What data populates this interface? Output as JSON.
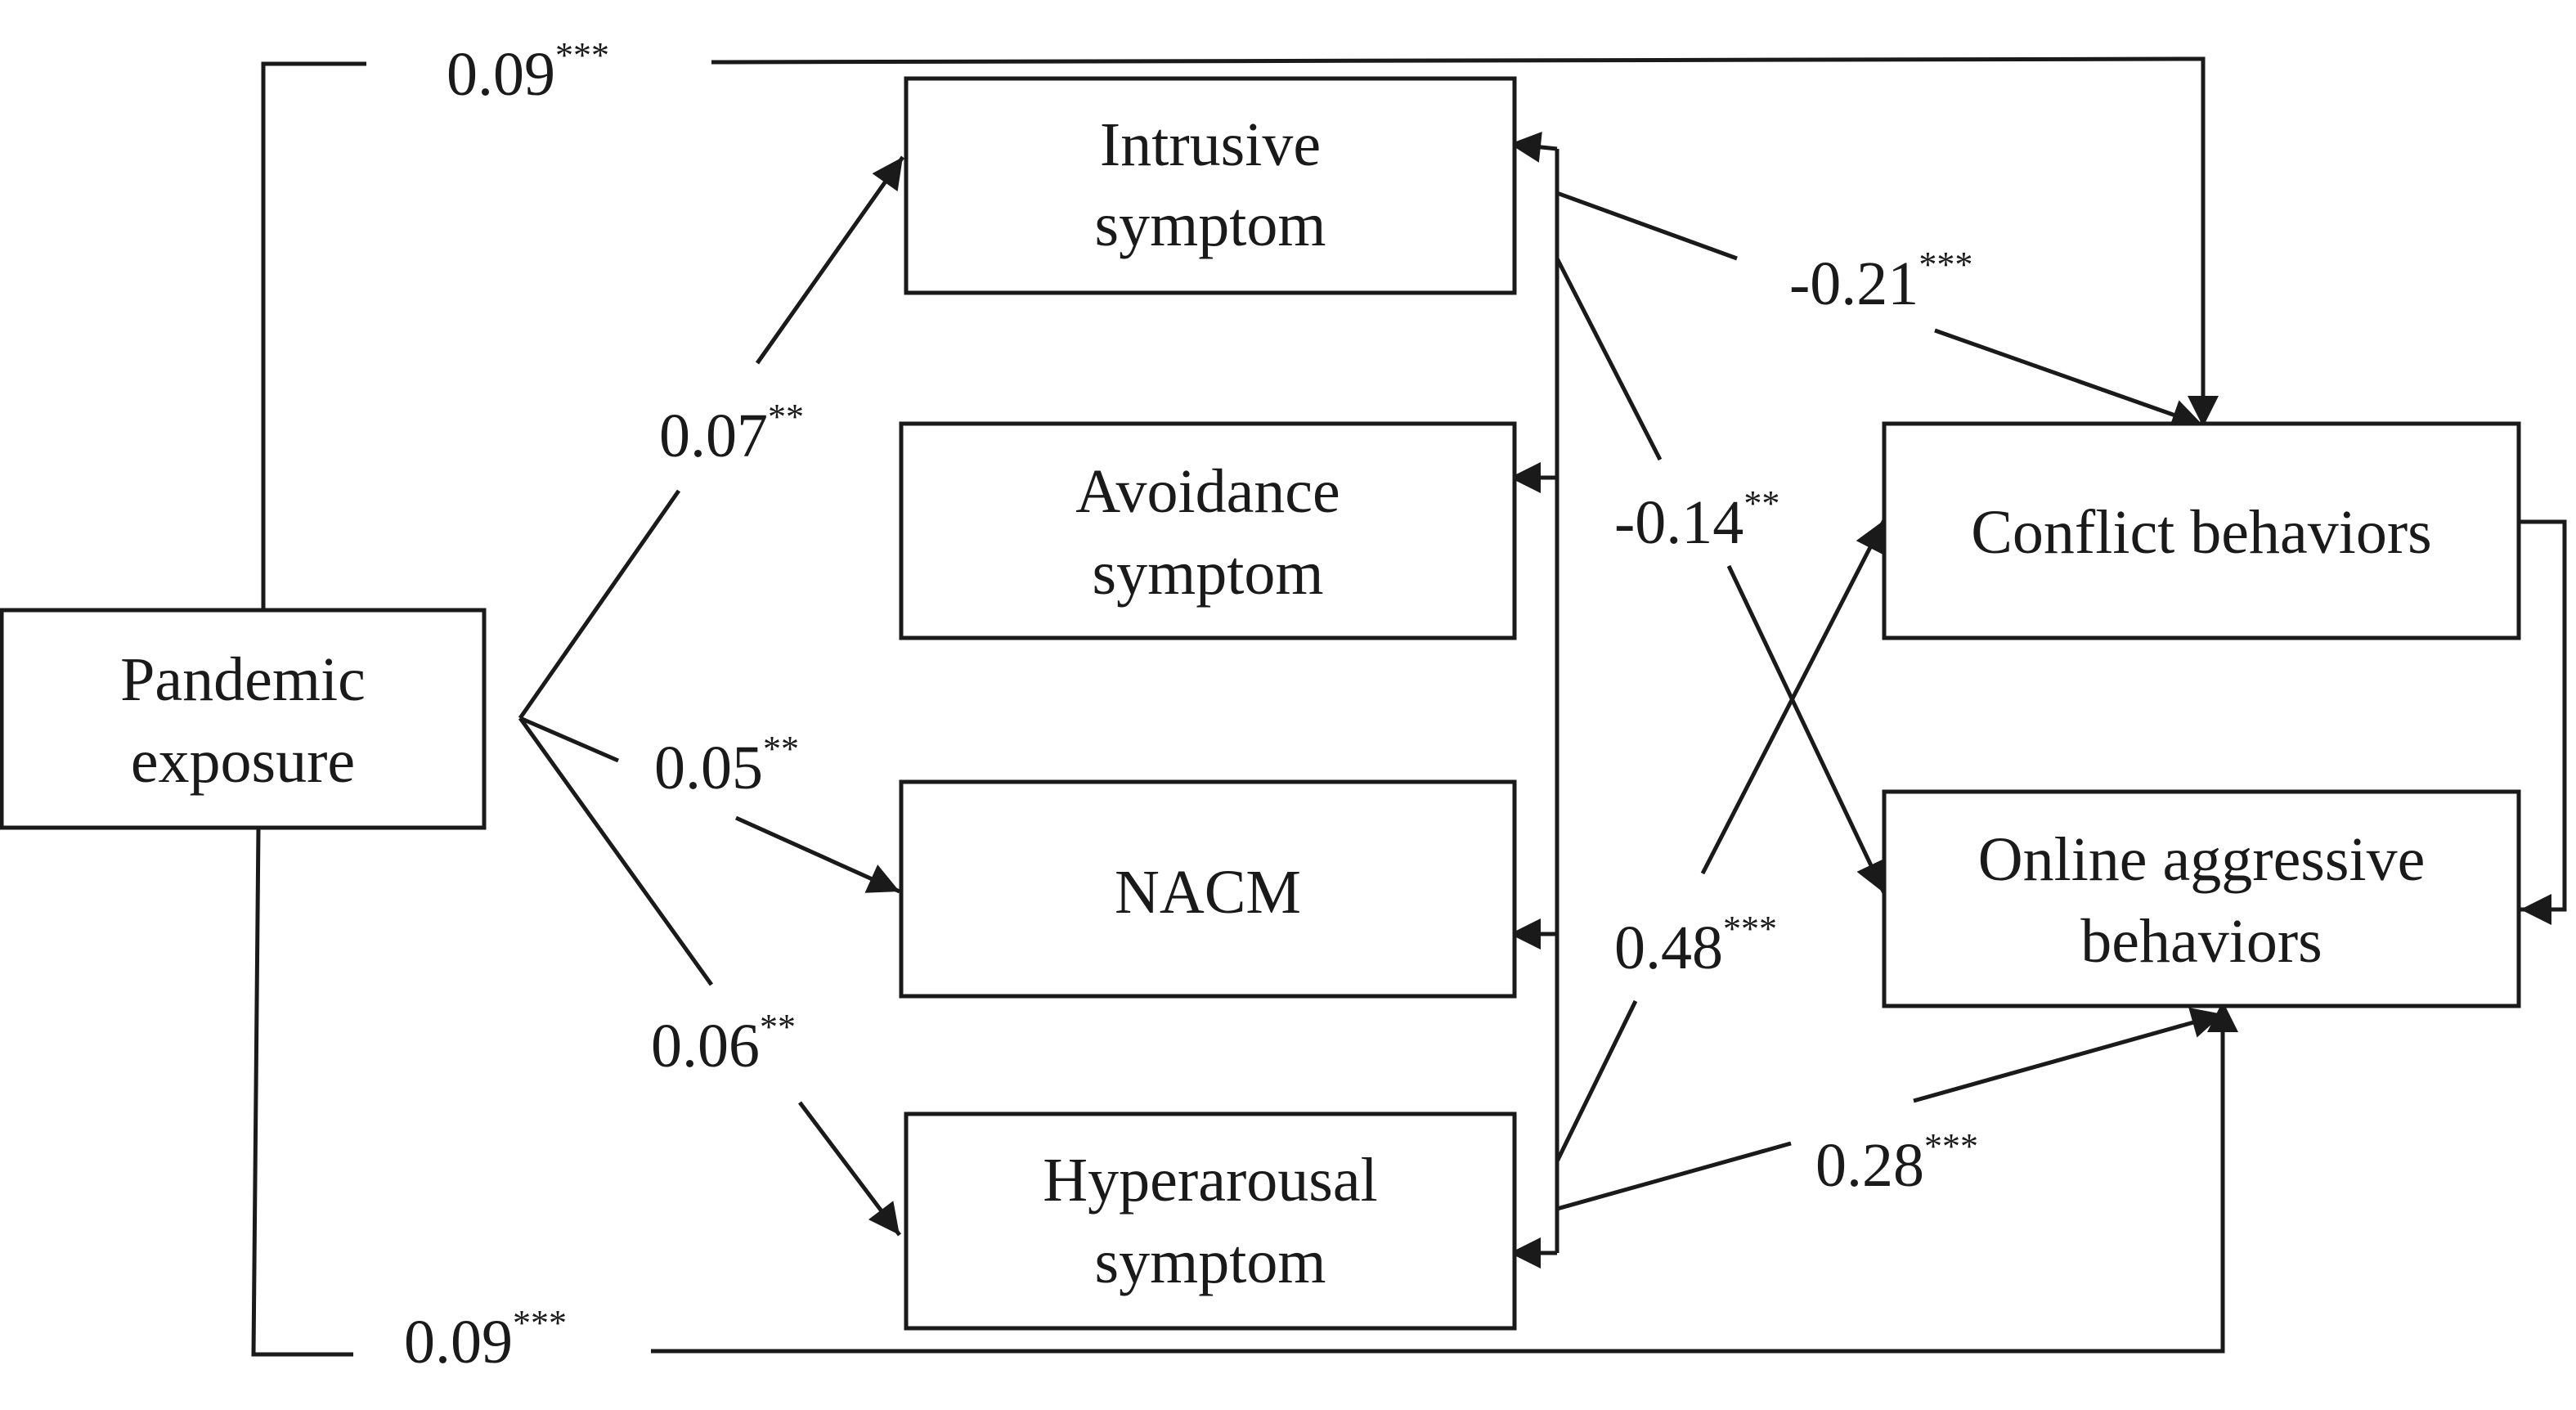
{
  "nodes": {
    "pandemic": [
      "Pandemic",
      "exposure"
    ],
    "intrusive": [
      "Intrusive",
      "symptom"
    ],
    "avoidance": [
      "Avoidance",
      "symptom"
    ],
    "nacm": [
      "NACM"
    ],
    "hyperarousal": [
      "Hyperarousal",
      "symptom"
    ],
    "conflict": [
      "Conflict behaviors"
    ],
    "online": [
      "Online aggressive",
      "behaviors"
    ]
  },
  "paths": {
    "pe_to_conflict": {
      "value": "0.09",
      "sig": "***"
    },
    "pe_to_online": {
      "value": "0.09",
      "sig": "***"
    },
    "pe_to_intrusive": {
      "value": "0.07",
      "sig": "**"
    },
    "pe_to_nacm": {
      "value": "0.05",
      "sig": "**"
    },
    "pe_to_hyper": {
      "value": "0.06",
      "sig": "**"
    },
    "intrusive_to_conflict": {
      "value": "-0.21",
      "sig": "***"
    },
    "intrusive_to_online": {
      "value": "-0.14",
      "sig": "**"
    },
    "hyper_to_conflict": {
      "value": "0.48",
      "sig": "***"
    },
    "hyper_to_online": {
      "value": "0.28",
      "sig": "***"
    }
  }
}
